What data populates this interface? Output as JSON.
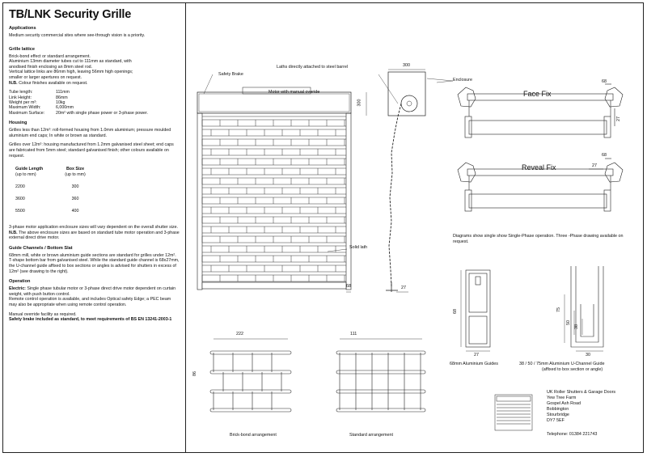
{
  "title": "TB/LNK Security Grille",
  "applications": {
    "heading": "Applications",
    "text": "Medium security commercial sites where see-through vision is a priority."
  },
  "grille_lattice": {
    "heading": "Grille lattice",
    "lines": [
      "Brick-bond effect or standard arrangement.",
      "Aluminium 13mm diameter tubes cut to 111mm as standard, with",
      "anodised finish enclosing an 8mm steel rod.",
      "Vertical lattice links are 86mm high, leaving 56mm high openings;",
      "smaller or larger apertures on request."
    ],
    "nb_label": "N.B.",
    "nb_text": " Colour finishes available on request."
  },
  "specs": [
    {
      "label": "Tube length:",
      "value": "111mm"
    },
    {
      "label": "Link Height:",
      "value": "86mm"
    },
    {
      "label": "Weight per m²:",
      "value": "10kg"
    },
    {
      "label": "Maximum Width:",
      "value": "6,000mm"
    },
    {
      "label": "Maximum Surface:",
      "value": "20m² with single phase power or 3-phase power."
    }
  ],
  "housing": {
    "heading": "Housing",
    "p1": "Grilles less than 12m²: roll-formed housing from 1.0mm aluminium; pressure moulded aluminium end caps; In white or brown as standard.",
    "p2": "Grilles over 12m²: housing manufactured from 1.2mm galvanised steel sheet; end caps are fabricated from 5mm steel; standard galvanised finish; other colours available on request."
  },
  "guide_box_table": {
    "col1": "Guide Length",
    "col1_sub": "(up to mm)",
    "col2": "Box Size",
    "col2_sub": "(up to mm)",
    "rows": [
      [
        "2200",
        "300"
      ],
      [
        "3600",
        "360"
      ],
      [
        "5500",
        "400"
      ]
    ]
  },
  "three_phase": {
    "text": "3-phase motor application enclosure sizes will vary dependent on the overall shutter size.",
    "nb_label": "N.B.",
    "nb_text": " The above enclosure sizes are based on standard tube motor operation and 3-phase external direct drive motor."
  },
  "guide_channels": {
    "heading": "Guide Channels / Bottom Slat",
    "text": "68mm mill, white or brown aluminium guide sections are standard for grilles under 12m². T-shape bottom bar from galvanised steel. While the standard guide channel is 68x27mm, the U-channel guide affixed to box sections or angles is advised for shutters in excess of 12m² (see drawing to the right)."
  },
  "operation": {
    "heading": "Operation",
    "electric_label": "Electric:",
    "electric_text": " Single phase tubular motor or 3-phase direct drive motor dependent on curtain weight, with push button control.",
    "remote": "Remote control operation is available, and includes Optical safety Edge; a PEC beam may also be appropriate when using remote control operation.",
    "manual": "Manual override facility as required.",
    "safety": "Safety brake included as standard, to meet requirements of BS EN 13241-2003-1"
  },
  "drawing": {
    "safety_brake": "Safety Brake",
    "motor_override": "Motor with manual overide",
    "laths": "Laths directly attached to steel barrel",
    "enclosure": "Enclosure",
    "solid_lath": "Solid lath",
    "dim_300_top": "300",
    "dim_300_side": "300",
    "dim_68": "68",
    "dim_27": "27"
  },
  "face_fix": {
    "title": "Face Fix",
    "dim_68": "68",
    "dim_27": "27"
  },
  "reveal_fix": {
    "title": "Reveal Fix",
    "dim_68": "68",
    "dim_27": "27"
  },
  "diagrams_note": "Diagrams show single show Single-Phase operation. Three -Phase drawing available on request.",
  "guides": {
    "alu_caption": "68mm Aluminium Guides",
    "alu_dim_68": "68",
    "alu_dim_27": "27",
    "u_caption_1": "38 / 50 / 75mm Aluminium U-Channel Guide",
    "u_caption_2": "(affixed to box section or angle)",
    "u_dim_75": "75",
    "u_dim_50": "50",
    "u_dim_38": "38",
    "u_dim_30": "30"
  },
  "arrangements": {
    "brick_caption": "Brick-bond arrangement",
    "brick_dim_222": "222",
    "brick_dim_86": "86",
    "standard_caption": "Standard arrangement",
    "standard_dim_111": "111"
  },
  "address": {
    "lines": [
      "UK Roller Shutters & Garage Doors",
      "Yew Tree Farm",
      "Gospel Ash Road",
      "Bobbington",
      "Stourbridge",
      "DY7 5EF"
    ],
    "telephone": "Telephone: 01384 221743"
  }
}
